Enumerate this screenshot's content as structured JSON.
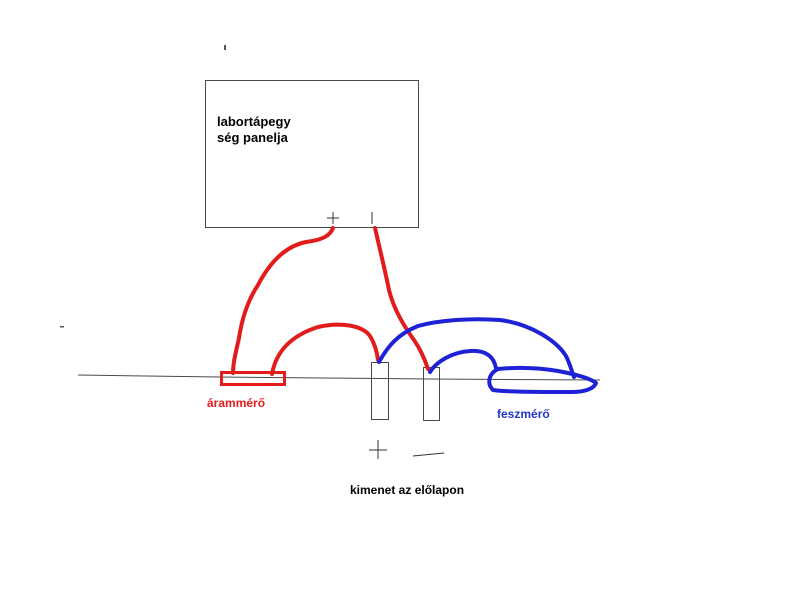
{
  "panel": {
    "line1": "labortápegy",
    "line2": "ség panelja"
  },
  "labels": {
    "ammeter": "árammérő",
    "voltmeter": "feszmérő",
    "output": "kimenet az előlapon"
  },
  "colors": {
    "red_wire": "#e31b1b",
    "blue_wire": "#1e22d6",
    "outline": "#4a4a4a"
  }
}
